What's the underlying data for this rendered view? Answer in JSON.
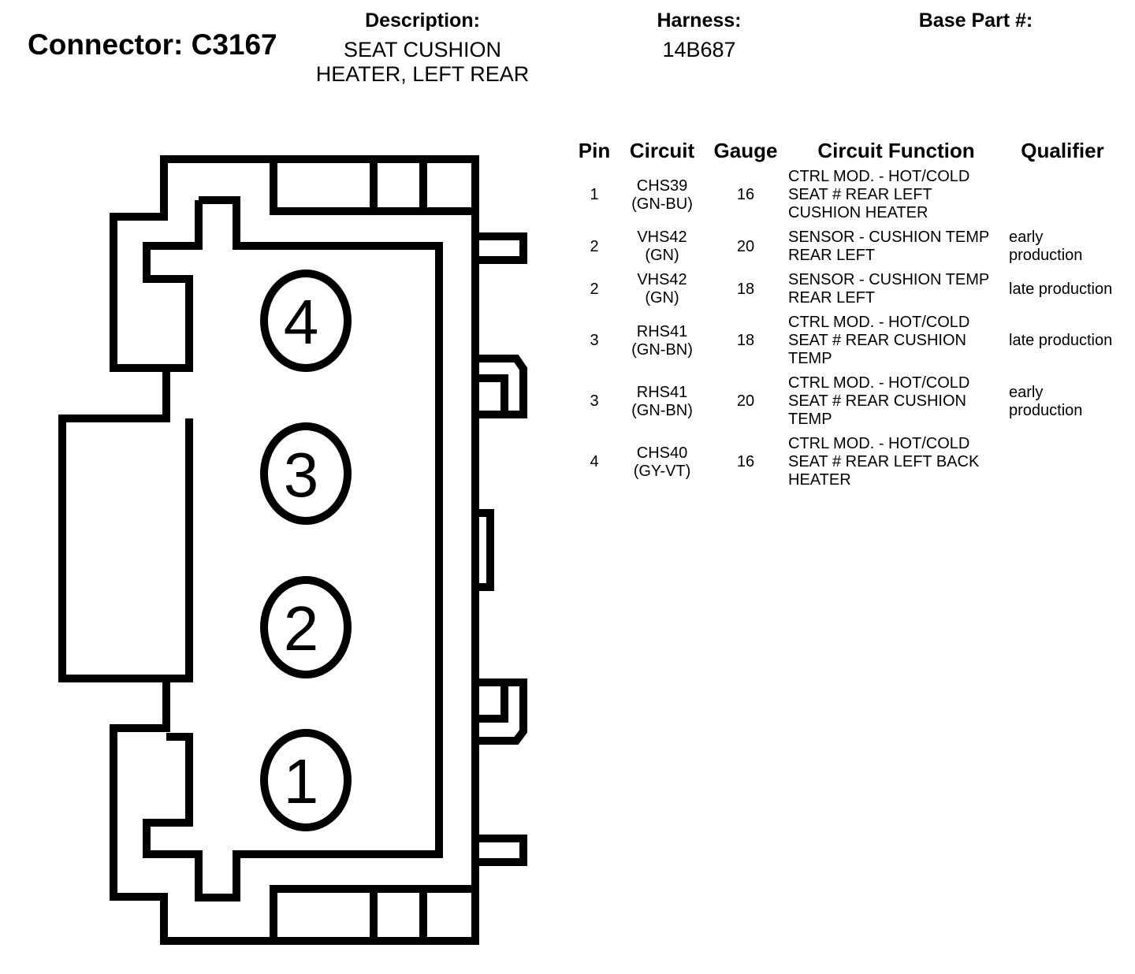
{
  "connector": {
    "label": "Connector: C3167"
  },
  "description": {
    "label": "Description:",
    "value_line1": "SEAT CUSHION",
    "value_line2": "HEATER, LEFT REAR"
  },
  "harness": {
    "label": "Harness:",
    "value": "14B687"
  },
  "base_part": {
    "label": "Base Part #:",
    "value": ""
  },
  "connector_pins": [
    "1",
    "2",
    "3",
    "4"
  ],
  "table": {
    "headers": {
      "pin": "Pin",
      "circuit": "Circuit",
      "gauge": "Gauge",
      "function": "Circuit Function",
      "qualifier": "Qualifier"
    },
    "rows": [
      {
        "pin": "1",
        "circuit": "CHS39",
        "color": "(GN-BU)",
        "gauge": "16",
        "function": "CTRL MOD. - HOT/COLD SEAT # REAR LEFT CUSHION HEATER",
        "qualifier": ""
      },
      {
        "pin": "2",
        "circuit": "VHS42",
        "color": "(GN)",
        "gauge": "20",
        "function": "SENSOR - CUSHION TEMP REAR LEFT",
        "qualifier": "early production"
      },
      {
        "pin": "2",
        "circuit": "VHS42",
        "color": "(GN)",
        "gauge": "18",
        "function": "SENSOR - CUSHION TEMP REAR LEFT",
        "qualifier": "late production"
      },
      {
        "pin": "3",
        "circuit": "RHS41",
        "color": "(GN-BN)",
        "gauge": "18",
        "function": "CTRL MOD. - HOT/COLD SEAT # REAR CUSHION TEMP",
        "qualifier": "late production"
      },
      {
        "pin": "3",
        "circuit": "RHS41",
        "color": "(GN-BN)",
        "gauge": "20",
        "function": "CTRL MOD. - HOT/COLD SEAT # REAR CUSHION TEMP",
        "qualifier": "early production"
      },
      {
        "pin": "4",
        "circuit": "CHS40",
        "color": "(GY-VT)",
        "gauge": "16",
        "function": "CTRL MOD. - HOT/COLD SEAT # REAR LEFT BACK HEATER",
        "qualifier": ""
      }
    ]
  }
}
